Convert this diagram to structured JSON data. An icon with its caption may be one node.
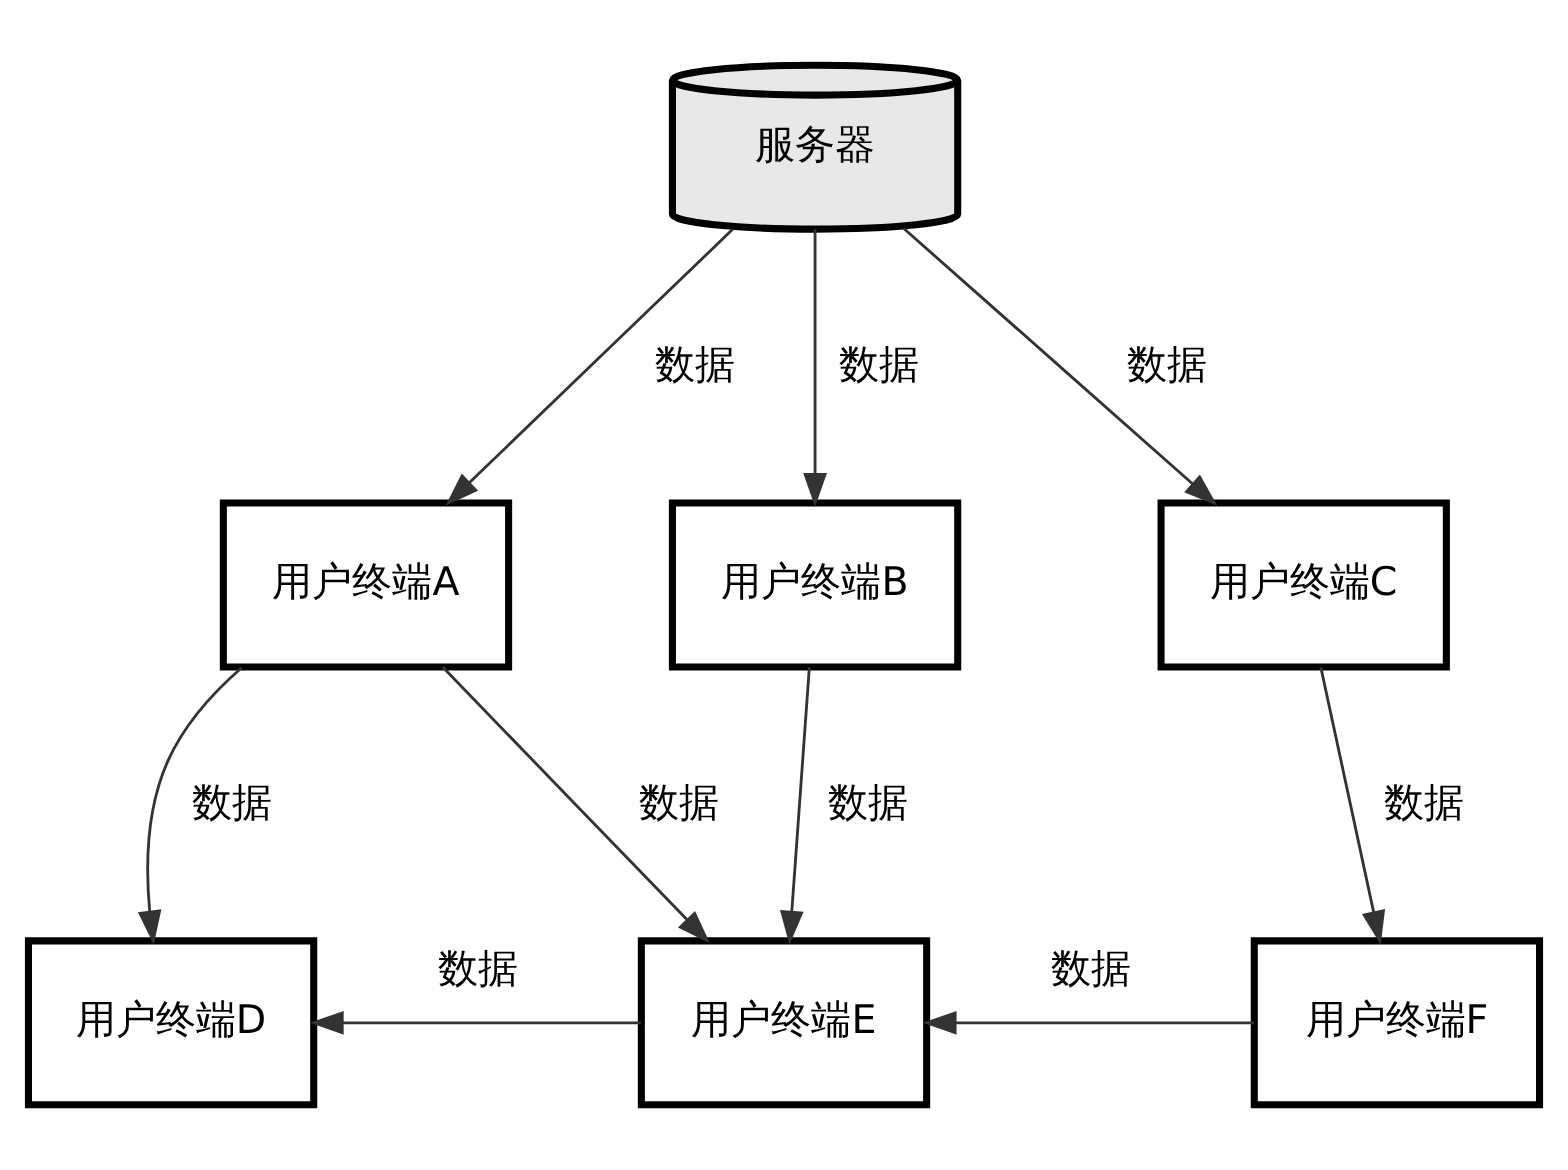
{
  "diagram": {
    "nodes": [
      {
        "text": [
          "服务器"
        ]
      },
      {
        "text": [
          "用户终端A"
        ]
      },
      {
        "text": [
          "用户终端B"
        ]
      },
      {
        "text": [
          "用户终端C"
        ]
      },
      {
        "text": [
          "用户终端D"
        ]
      },
      {
        "text": [
          "用户终端E"
        ]
      },
      {
        "text": [
          "用户终端F"
        ]
      }
    ],
    "edges": [
      {
        "from": 0,
        "to": 1,
        "arrow": "to",
        "label": "数据"
      },
      {
        "from": 0,
        "to": 2,
        "arrow": "to",
        "label": "数据"
      },
      {
        "from": 0,
        "to": 3,
        "arrow": "to",
        "label": "数据"
      },
      {
        "from": 1,
        "to": 4,
        "arrow": "to",
        "label": "数据"
      },
      {
        "from": 1,
        "to": 5,
        "arrow": "to",
        "label": "数据"
      },
      {
        "from": 2,
        "to": 5,
        "arrow": "to",
        "label": "数据"
      },
      {
        "from": 3,
        "to": 6,
        "arrow": "to",
        "label": "数据"
      },
      {
        "from": 5,
        "to": 4,
        "arrow": "to",
        "label": "数据"
      },
      {
        "from": 6,
        "to": 5,
        "arrow": "to",
        "label": "数据"
      }
    ]
  }
}
